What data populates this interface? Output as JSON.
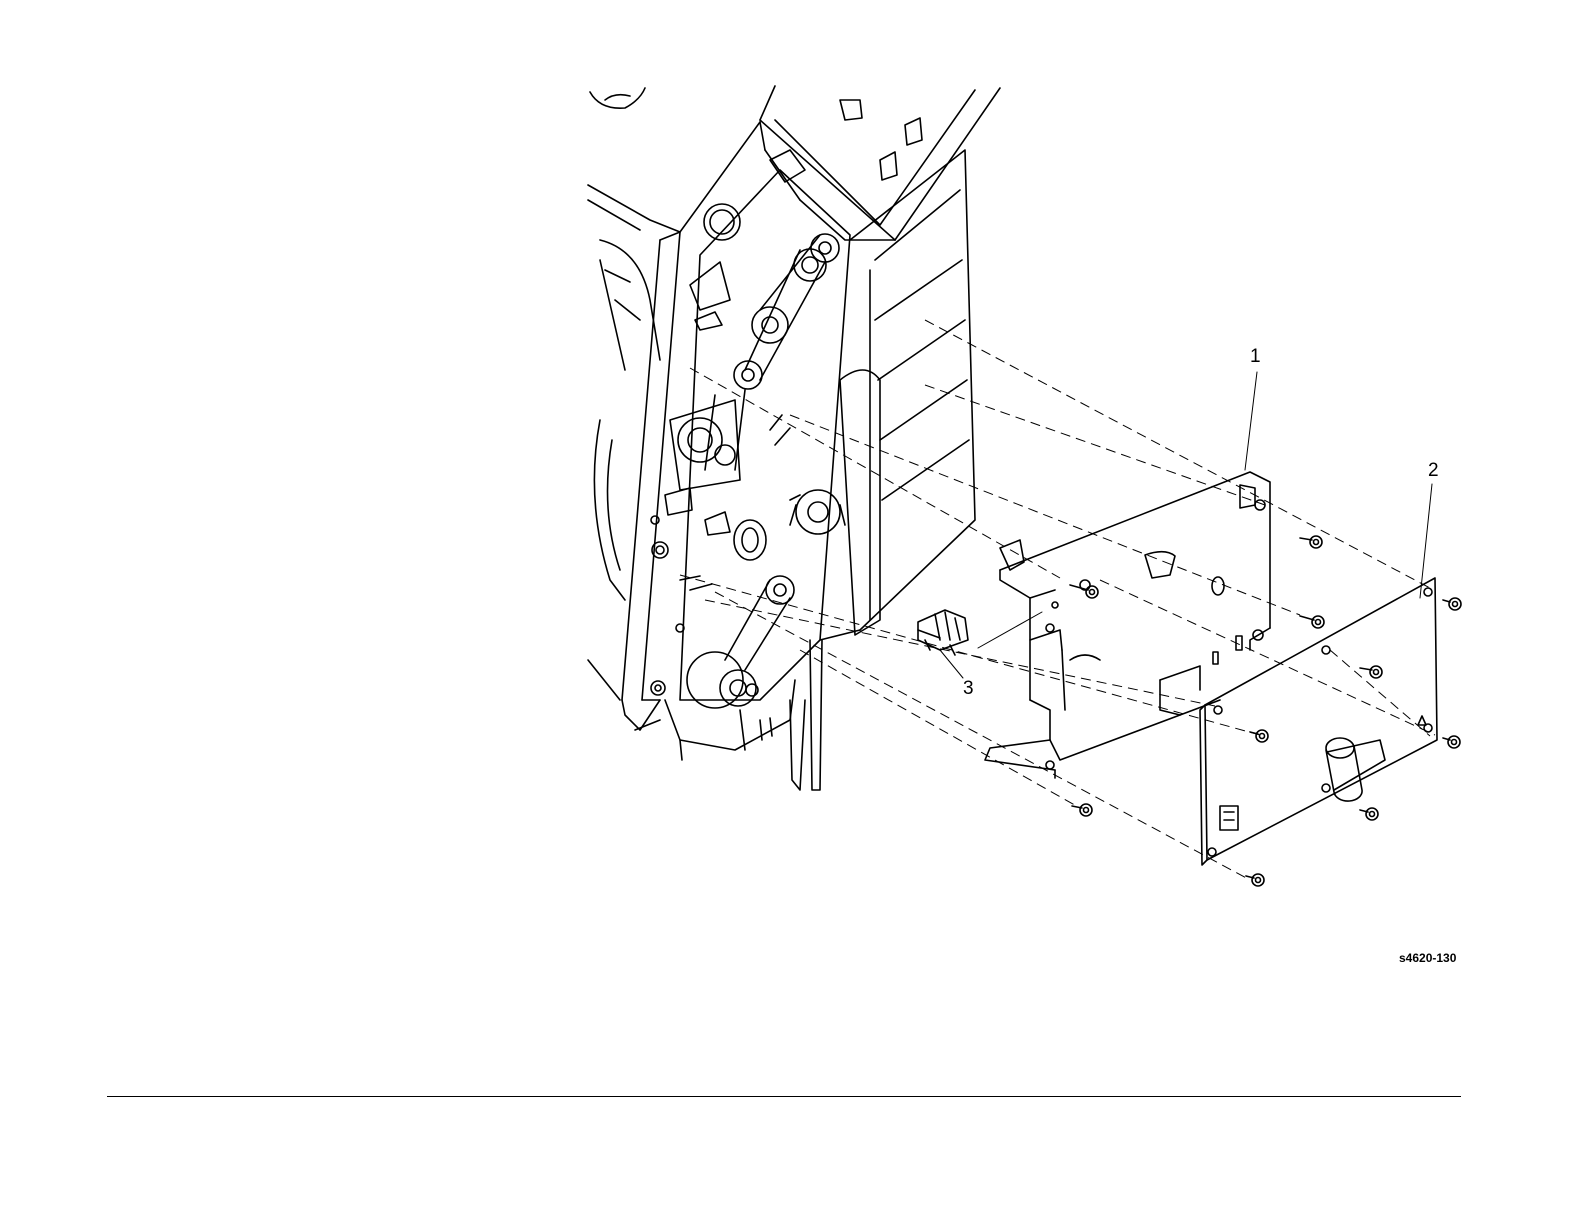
{
  "diagram": {
    "callouts": [
      {
        "id": "1",
        "label": "1"
      },
      {
        "id": "2",
        "label": "2"
      },
      {
        "id": "3",
        "label": "3"
      }
    ],
    "figure_id": "s4620-130",
    "colors": {
      "line": "#000000",
      "background": "#ffffff"
    }
  }
}
